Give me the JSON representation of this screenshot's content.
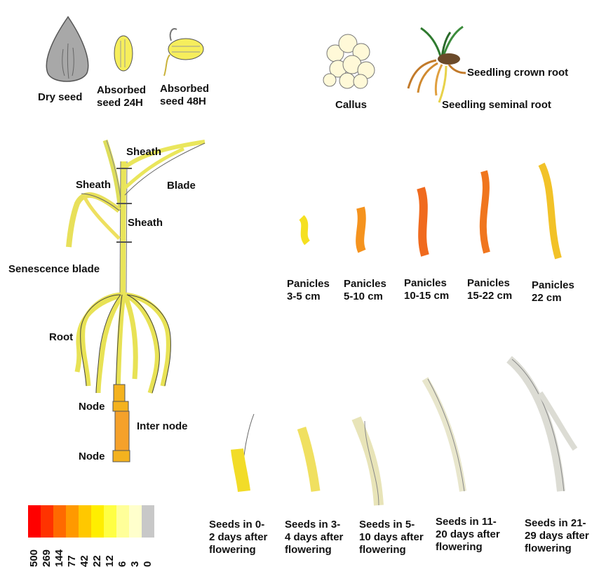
{
  "labels": {
    "dry_seed": "Dry seed",
    "absorbed_24h": "Absorbed\nseed 24H",
    "absorbed_48h": "Absorbed\nseed 48H",
    "callus": "Callus",
    "seedling_crown_root": "Seedling crown root",
    "seedling_seminal_root": "Seedling seminal root",
    "sheath_top": "Sheath",
    "sheath_left": "Sheath",
    "blade": "Blade",
    "sheath_mid": "Sheath",
    "senescence_blade": "Senescence blade",
    "root": "Root",
    "node_top": "Node",
    "inter_node": "Inter node",
    "node_bottom": "Node"
  },
  "panicles": [
    {
      "label": "Panicles\n3-5 cm",
      "color": "#f5e020"
    },
    {
      "label": "Panicles\n5-10 cm",
      "color": "#f5931e"
    },
    {
      "label": "Panicles\n10-15 cm",
      "color": "#f06a1e"
    },
    {
      "label": "Panicles\n15-22 cm",
      "color": "#f0761e"
    },
    {
      "label": "Panicles\n22 cm",
      "color": "#f2c228"
    }
  ],
  "seeds": [
    {
      "label": "Seeds in 0-\n2 days after\nflowering",
      "color": "#f2dc28"
    },
    {
      "label": "Seeds in 3-\n4 days after\nflowering",
      "color": "#f0e060"
    },
    {
      "label": "Seeds in 5-\n10 days after\nflowering",
      "color": "#e8e4b8"
    },
    {
      "label": "Seeds in 11-\n20 days after\nflowering",
      "color": "#e8e6cc"
    },
    {
      "label": "Seeds in 21-\n29 days after\nflowering",
      "color": "#dcdcd4"
    }
  ],
  "legend": {
    "colors": [
      "#ff0000",
      "#ff3300",
      "#ff6a00",
      "#ff9900",
      "#ffc800",
      "#ffee00",
      "#ffff44",
      "#ffff99",
      "#ffffcc",
      "#c8c8c8"
    ],
    "values": [
      "500",
      "269",
      "144",
      "77",
      "42",
      "22",
      "12",
      "6",
      "3",
      "0"
    ]
  }
}
